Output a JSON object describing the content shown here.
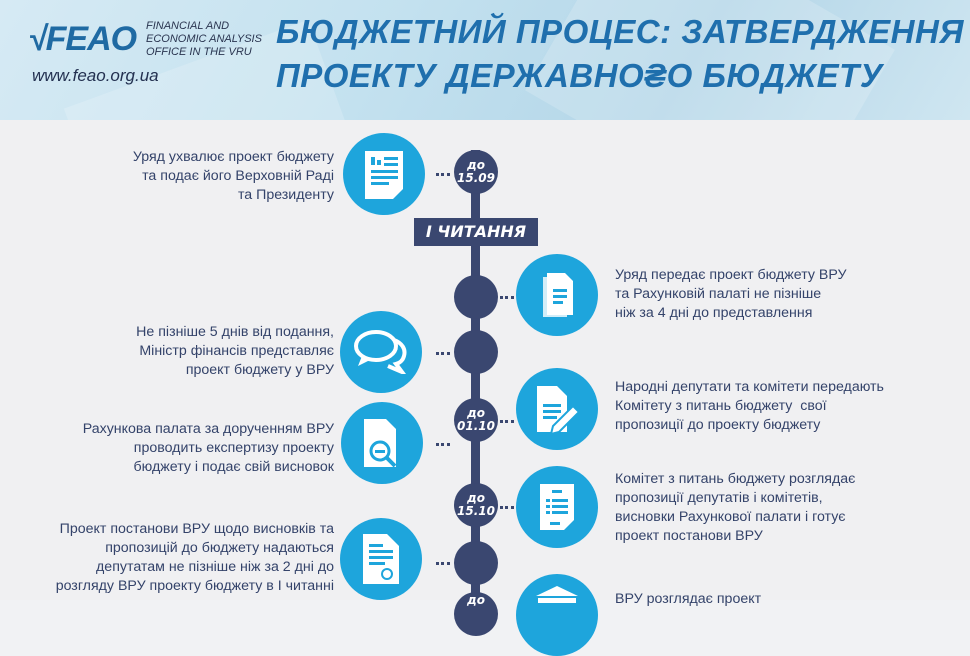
{
  "header": {
    "logo": "√FEAO",
    "logo_subtitle": [
      "FINANCIAL AND",
      "ECONOMIC ANALYSIS",
      "OFFICE IN THE VRU"
    ],
    "website": "www.feao.org.ua",
    "title_line1": "БЮДЖЕТНИЙ ПРОЦЕС: ЗАТВЕРДЖЕННЯ",
    "title_line2": "ПРОЕКТУ ДЕРЖАВНО₴О БЮДЖЕТУ"
  },
  "banner": "І ЧИТАННЯ",
  "steps": [
    {
      "date_prefix": "до",
      "date": "15.09",
      "text": "Уряд ухвалює проект бюджету\nта подає його Верховній Раді\nта Президенту",
      "icon": "report-document-icon"
    },
    {
      "text": "Уряд передає проект бюджету ВРУ\nта Рахунковій палаті не пізніше\nніж за 4 дні до представлення",
      "icon": "documents-icon"
    },
    {
      "text": "Не пізніше 5 днів від подання,\nМіністр фінансів представляє\nпроект бюджету у ВРУ",
      "icon": "speech-bubbles-icon"
    },
    {
      "date_prefix": "до",
      "date": "01.10",
      "text": "Народні депутати та комітети передають\nКомітету з питань бюджету  свої\nпропозиції до проекту бюджету",
      "icon": "document-pencil-icon"
    },
    {
      "text": "Рахункова палата за дорученням ВРУ\nпроводить експертизу проекту\nбюджету і подає свій висновок",
      "icon": "document-magnifier-icon"
    },
    {
      "date_prefix": "до",
      "date": "15.10",
      "text": "Комітет з питань бюджету розглядає\nпропозиції депутатів і комітетів,\nвисновки Рахункової палати і готує\nпроект постанови ВРУ",
      "icon": "document-list-icon"
    },
    {
      "text": "Проект постанови ВРУ щодо висновків та\nпропозицій до бюджету надаються\nдепутатам не пізніше ніж за 2 дні до\nрозгляду ВРУ проекту бюджету в І читанні",
      "icon": "certificate-icon"
    },
    {
      "date_prefix": "до",
      "text": "ВРУ розглядає проект",
      "icon": "parliament-building-icon"
    }
  ],
  "colors": {
    "icon": "#1ea5dc",
    "timeline": "#3a4770",
    "text": "#34436a",
    "title": "#1f6fad"
  }
}
